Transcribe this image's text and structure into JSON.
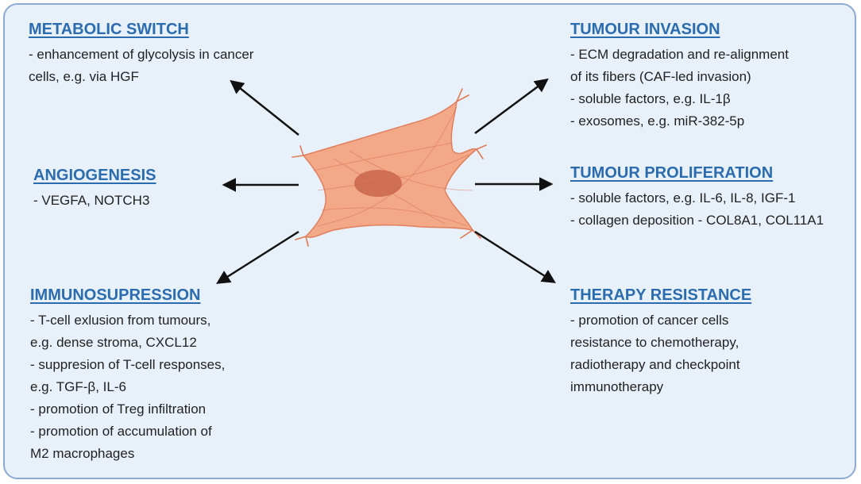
{
  "sections": {
    "metabolic": {
      "title": "METABOLIC SWITCH",
      "lines": [
        "- enhancement of glycolysis in cancer",
        "cells, e.g. via HGF"
      ]
    },
    "angiogenesis": {
      "title": "ANGIOGENESIS",
      "lines": [
        "- VEGFA, NOTCH3"
      ]
    },
    "immunosupression": {
      "title": "IMMUNOSUPRESSION",
      "lines": [
        "- T-cell exlusion from tumours,",
        "e.g. dense stroma, CXCL12",
        "-  suppresion of T-cell responses,",
        "e.g. TGF-β, IL-6",
        "- promotion of Treg infiltration",
        "- promotion of accumulation of",
        "M2 macrophages"
      ]
    },
    "invasion": {
      "title": "TUMOUR INVASION",
      "lines": [
        "- ECM degradation and re-alignment",
        "of its fibers (CAF-led invasion)",
        "- soluble factors, e.g. IL-1β",
        "- exosomes, e.g. miR-382-5p"
      ]
    },
    "proliferation": {
      "title": "TUMOUR PROLIFERATION",
      "lines": [
        "- soluble factors, e.g. IL-6, IL-8, IGF-1",
        "- collagen deposition - COL8A1, COL11A1"
      ]
    },
    "therapy": {
      "title": "THERAPY RESISTANCE",
      "lines": [
        "- promotion of cancer cells",
        "resistance to chemotherapy,",
        "radiotherapy and checkpoint",
        "immunotherapy"
      ]
    }
  },
  "colors": {
    "heading": "#2b6cb0",
    "background": "#e8f0f9",
    "border": "#8fa9d6",
    "cell_body": "#f4a582",
    "cell_outline": "#e07a55",
    "nucleus": "#c8654a"
  }
}
